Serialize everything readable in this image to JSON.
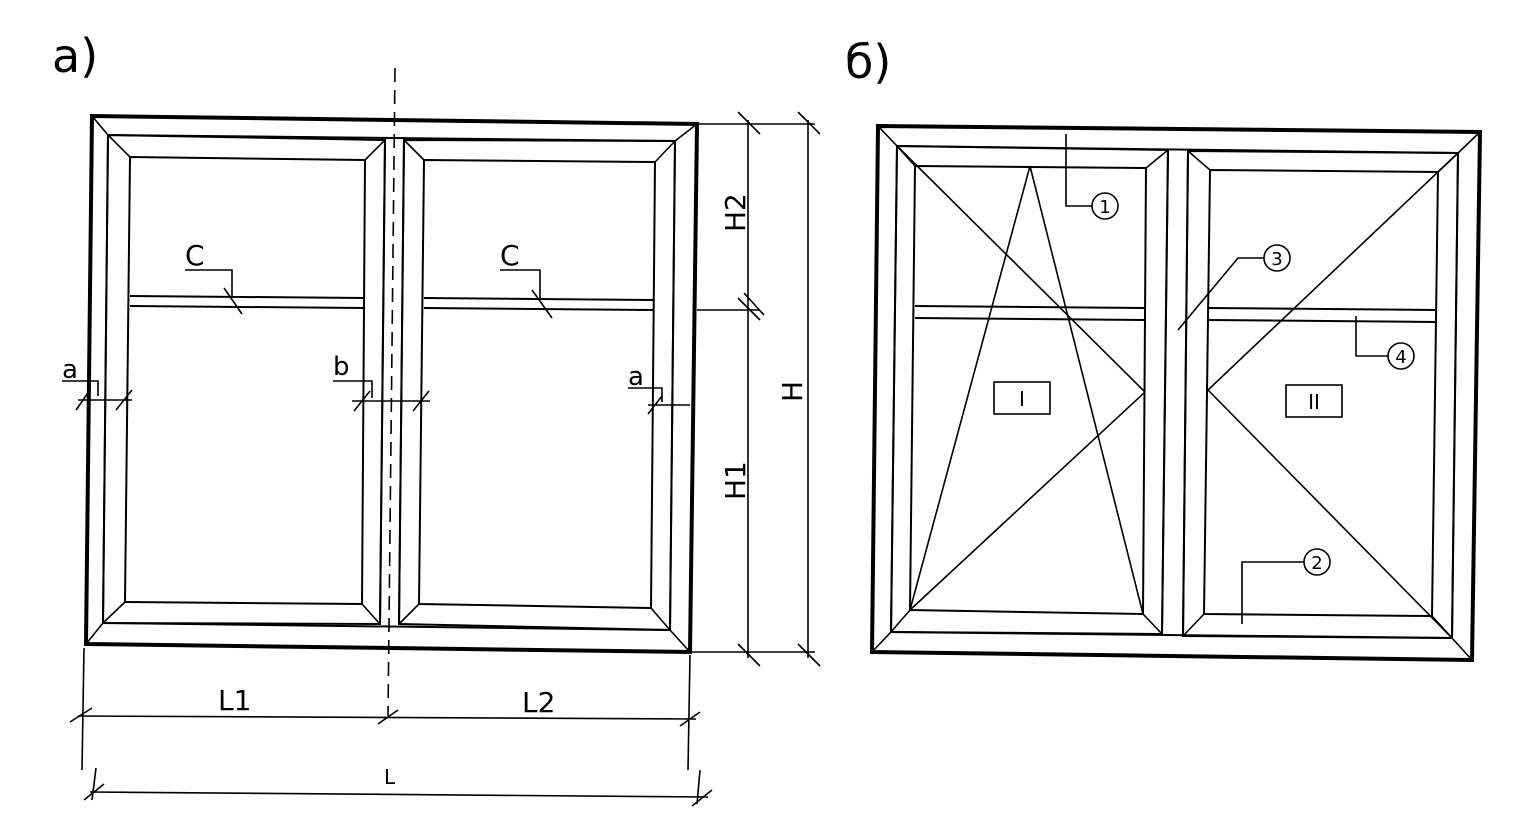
{
  "panel_a": {
    "label": "а)",
    "dims": {
      "h": "H",
      "h1": "H1",
      "h2": "H2",
      "l": "L",
      "l1": "L1",
      "l2": "L2"
    },
    "profile_marks": {
      "a": "a",
      "b": "b",
      "c": "C"
    }
  },
  "panel_b": {
    "label": "б)",
    "sash_labels": [
      "I",
      "II"
    ],
    "callouts": [
      "1",
      "2",
      "3",
      "4"
    ]
  }
}
